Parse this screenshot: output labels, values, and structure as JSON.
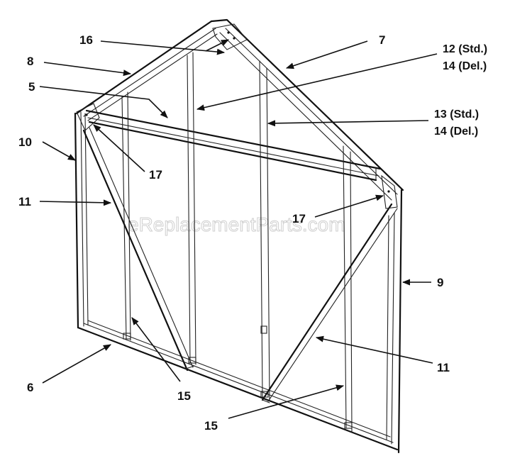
{
  "diagram": {
    "watermark": "eReplacementParts.com",
    "callouts": [
      {
        "id": "c16",
        "lines": [
          "16"
        ]
      },
      {
        "id": "c7",
        "lines": [
          "7"
        ]
      },
      {
        "id": "c12",
        "lines": [
          "12 (Std.)",
          "14 (Del.)"
        ]
      },
      {
        "id": "c8",
        "lines": [
          "8"
        ]
      },
      {
        "id": "c5",
        "lines": [
          "5"
        ]
      },
      {
        "id": "c13",
        "lines": [
          "13 (Std.)",
          "14 (Del.)"
        ]
      },
      {
        "id": "c10",
        "lines": [
          "10"
        ]
      },
      {
        "id": "c17a",
        "lines": [
          "17"
        ]
      },
      {
        "id": "c11a",
        "lines": [
          "11"
        ]
      },
      {
        "id": "c17b",
        "lines": [
          "17"
        ]
      },
      {
        "id": "c9",
        "lines": [
          "9"
        ]
      },
      {
        "id": "c11b",
        "lines": [
          "11"
        ]
      },
      {
        "id": "c6",
        "lines": [
          "6"
        ]
      },
      {
        "id": "c15a",
        "lines": [
          "15"
        ]
      },
      {
        "id": "c15b",
        "lines": [
          "15"
        ]
      }
    ]
  }
}
